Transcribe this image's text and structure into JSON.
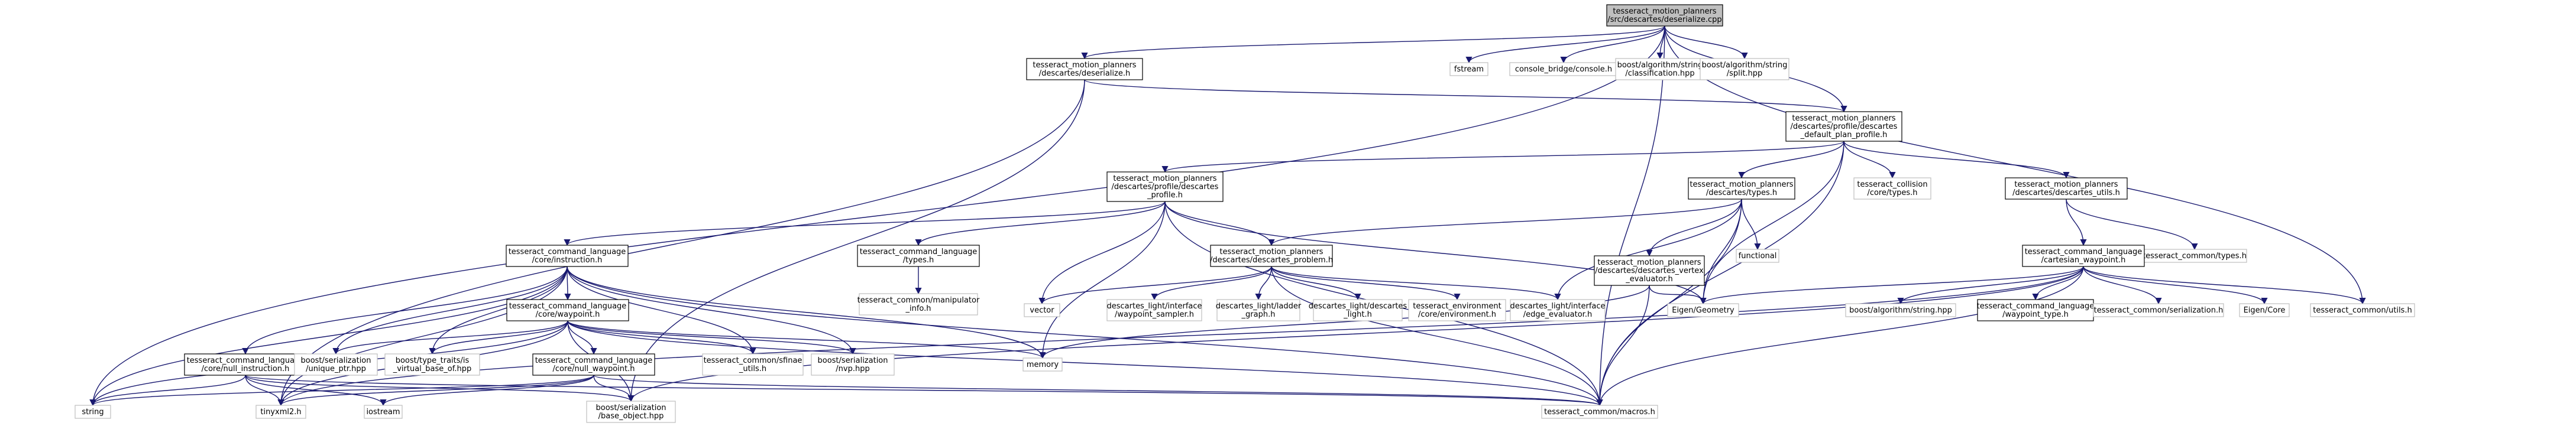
{
  "graph": {
    "nodes": [
      {
        "id": "root",
        "lines": [
          "tesseract_motion_planners",
          "/src/descartes/deserialize.cpp"
        ],
        "kind": "root"
      },
      {
        "id": "deser_h",
        "lines": [
          "tesseract_motion_planners",
          "/descartes/deserialize.h"
        ],
        "kind": "doc"
      },
      {
        "id": "fstream",
        "lines": [
          "fstream"
        ],
        "kind": "sys"
      },
      {
        "id": "console",
        "lines": [
          "console_bridge/console.h"
        ],
        "kind": "sys"
      },
      {
        "id": "classif",
        "lines": [
          "boost/algorithm/string",
          "/classification.hpp"
        ],
        "kind": "sys"
      },
      {
        "id": "split",
        "lines": [
          "boost/algorithm/string",
          "/split.hpp"
        ],
        "kind": "sys"
      },
      {
        "id": "dpp",
        "lines": [
          "tesseract_motion_planners",
          "/descartes/profile/descartes",
          "_default_plan_profile.h"
        ],
        "kind": "doc"
      },
      {
        "id": "dprof",
        "lines": [
          "tesseract_motion_planners",
          "/descartes/profile/descartes",
          "_profile.h"
        ],
        "kind": "doc"
      },
      {
        "id": "types",
        "lines": [
          "tesseract_motion_planners",
          "/descartes/types.h"
        ],
        "kind": "doc"
      },
      {
        "id": "coll_types",
        "lines": [
          "tesseract_collision",
          "/core/types.h"
        ],
        "kind": "sys"
      },
      {
        "id": "dutils",
        "lines": [
          "tesseract_motion_planners",
          "/descartes/descartes_utils.h"
        ],
        "kind": "doc"
      },
      {
        "id": "instr",
        "lines": [
          "tesseract_command_language",
          "/core/instruction.h"
        ],
        "kind": "doc"
      },
      {
        "id": "cl_types",
        "lines": [
          "tesseract_command_language",
          "/types.h"
        ],
        "kind": "doc"
      },
      {
        "id": "dproblem",
        "lines": [
          "tesseract_motion_planners",
          "/descartes/descartes_problem.h"
        ],
        "kind": "doc"
      },
      {
        "id": "functional",
        "lines": [
          "functional"
        ],
        "kind": "sys"
      },
      {
        "id": "vertex",
        "lines": [
          "tesseract_motion_planners",
          "/descartes/descartes_vertex",
          "_evaluator.h"
        ],
        "kind": "doc"
      },
      {
        "id": "common_types",
        "lines": [
          "tesseract_common/types.h"
        ],
        "kind": "sys"
      },
      {
        "id": "cart_wp",
        "lines": [
          "tesseract_command_language",
          "/cartesian_waypoint.h"
        ],
        "kind": "doc"
      },
      {
        "id": "manip_info",
        "lines": [
          "tesseract_common/manipulator",
          "_info.h"
        ],
        "kind": "sys"
      },
      {
        "id": "waypoint",
        "lines": [
          "tesseract_command_language",
          "/core/waypoint.h"
        ],
        "kind": "doc"
      },
      {
        "id": "vector",
        "lines": [
          "vector"
        ],
        "kind": "sys"
      },
      {
        "id": "wp_sampler",
        "lines": [
          "descartes_light/interface",
          "/waypoint_sampler.h"
        ],
        "kind": "sys"
      },
      {
        "id": "ladder",
        "lines": [
          "descartes_light/ladder",
          "_graph.h"
        ],
        "kind": "sys"
      },
      {
        "id": "dlight",
        "lines": [
          "descartes_light/descartes",
          "_light.h"
        ],
        "kind": "sys"
      },
      {
        "id": "env",
        "lines": [
          "tesseract_environment",
          "/core/environment.h"
        ],
        "kind": "sys"
      },
      {
        "id": "edge_eval",
        "lines": [
          "descartes_light/interface",
          "/edge_evaluator.h"
        ],
        "kind": "sys"
      },
      {
        "id": "eigen_geom",
        "lines": [
          "Eigen/Geometry"
        ],
        "kind": "sys"
      },
      {
        "id": "alg_string",
        "lines": [
          "boost/algorithm/string.hpp"
        ],
        "kind": "sys"
      },
      {
        "id": "wp_type",
        "lines": [
          "tesseract_command_language",
          "/waypoint_type.h"
        ],
        "kind": "doc"
      },
      {
        "id": "ser",
        "lines": [
          "tesseract_common/serialization.h"
        ],
        "kind": "sys"
      },
      {
        "id": "eigen_core",
        "lines": [
          "Eigen/Core"
        ],
        "kind": "sys"
      },
      {
        "id": "common_utils",
        "lines": [
          "tesseract_common/utils.h"
        ],
        "kind": "sys"
      },
      {
        "id": "null_instr",
        "lines": [
          "tesseract_command_language",
          "/core/null_instruction.h"
        ],
        "kind": "doc"
      },
      {
        "id": "unique_ptr",
        "lines": [
          "boost/serialization",
          "/unique_ptr.hpp"
        ],
        "kind": "sys"
      },
      {
        "id": "virt_base",
        "lines": [
          "boost/type_traits/is",
          "_virtual_base_of.hpp"
        ],
        "kind": "sys"
      },
      {
        "id": "null_wp",
        "lines": [
          "tesseract_command_language",
          "/core/null_waypoint.h"
        ],
        "kind": "doc"
      },
      {
        "id": "sfinae",
        "lines": [
          "tesseract_common/sfinae",
          "_utils.h"
        ],
        "kind": "sys"
      },
      {
        "id": "nvp",
        "lines": [
          "boost/serialization",
          "/nvp.hpp"
        ],
        "kind": "sys"
      },
      {
        "id": "memory",
        "lines": [
          "memory"
        ],
        "kind": "sys"
      },
      {
        "id": "string",
        "lines": [
          "string"
        ],
        "kind": "sys"
      },
      {
        "id": "tinyxml",
        "lines": [
          "tinyxml2.h"
        ],
        "kind": "sys"
      },
      {
        "id": "iostream",
        "lines": [
          "iostream"
        ],
        "kind": "sys"
      },
      {
        "id": "base_obj",
        "lines": [
          "boost/serialization",
          "/base_object.hpp"
        ],
        "kind": "sys"
      },
      {
        "id": "macros",
        "lines": [
          "tesseract_common/macros.h"
        ],
        "kind": "sys"
      }
    ],
    "edges": [
      [
        "root",
        "deser_h"
      ],
      [
        "root",
        "fstream"
      ],
      [
        "root",
        "console"
      ],
      [
        "root",
        "classif"
      ],
      [
        "root",
        "split"
      ],
      [
        "root",
        "dpp"
      ],
      [
        "root",
        "common_utils"
      ],
      [
        "root",
        "macros"
      ],
      [
        "root",
        "string"
      ],
      [
        "deser_h",
        "dpp"
      ],
      [
        "deser_h",
        "tinyxml"
      ],
      [
        "deser_h",
        "base_obj"
      ],
      [
        "dpp",
        "dprof"
      ],
      [
        "dpp",
        "types"
      ],
      [
        "dpp",
        "coll_types"
      ],
      [
        "dpp",
        "dutils"
      ],
      [
        "dpp",
        "eigen_geom"
      ],
      [
        "dpp",
        "macros"
      ],
      [
        "dprof",
        "instr"
      ],
      [
        "dprof",
        "cl_types"
      ],
      [
        "dprof",
        "dproblem"
      ],
      [
        "dprof",
        "vector"
      ],
      [
        "dprof",
        "memory"
      ],
      [
        "dprof",
        "eigen_geom"
      ],
      [
        "dprof",
        "macros"
      ],
      [
        "types",
        "functional"
      ],
      [
        "types",
        "vertex"
      ],
      [
        "types",
        "dproblem"
      ],
      [
        "types",
        "eigen_geom"
      ],
      [
        "types",
        "edge_eval"
      ],
      [
        "types",
        "macros"
      ],
      [
        "dutils",
        "cart_wp"
      ],
      [
        "dutils",
        "common_types"
      ],
      [
        "cl_types",
        "manip_info"
      ],
      [
        "instr",
        "waypoint"
      ],
      [
        "instr",
        "null_instr"
      ],
      [
        "instr",
        "unique_ptr"
      ],
      [
        "instr",
        "virt_base"
      ],
      [
        "instr",
        "sfinae"
      ],
      [
        "instr",
        "nvp"
      ],
      [
        "instr",
        "memory"
      ],
      [
        "instr",
        "string"
      ],
      [
        "instr",
        "tinyxml"
      ],
      [
        "instr",
        "macros"
      ],
      [
        "dproblem",
        "vector"
      ],
      [
        "dproblem",
        "wp_sampler"
      ],
      [
        "dproblem",
        "ladder"
      ],
      [
        "dproblem",
        "dlight"
      ],
      [
        "dproblem",
        "env"
      ],
      [
        "dproblem",
        "edge_eval"
      ],
      [
        "dproblem",
        "macros"
      ],
      [
        "vertex",
        "eigen_geom"
      ],
      [
        "vertex",
        "memory"
      ],
      [
        "vertex",
        "macros"
      ],
      [
        "cart_wp",
        "eigen_geom"
      ],
      [
        "cart_wp",
        "alg_string"
      ],
      [
        "cart_wp",
        "wp_type"
      ],
      [
        "cart_wp",
        "ser"
      ],
      [
        "cart_wp",
        "eigen_core"
      ],
      [
        "cart_wp",
        "common_utils"
      ],
      [
        "cart_wp",
        "tinyxml"
      ],
      [
        "cart_wp",
        "base_obj"
      ],
      [
        "cart_wp",
        "macros"
      ],
      [
        "waypoint",
        "null_wp"
      ],
      [
        "waypoint",
        "unique_ptr"
      ],
      [
        "waypoint",
        "virt_base"
      ],
      [
        "waypoint",
        "sfinae"
      ],
      [
        "waypoint",
        "nvp"
      ],
      [
        "waypoint",
        "memory"
      ],
      [
        "waypoint",
        "string"
      ],
      [
        "waypoint",
        "tinyxml"
      ],
      [
        "waypoint",
        "base_obj"
      ],
      [
        "waypoint",
        "macros"
      ],
      [
        "null_instr",
        "string"
      ],
      [
        "null_instr",
        "tinyxml"
      ],
      [
        "null_instr",
        "iostream"
      ],
      [
        "null_instr",
        "base_obj"
      ],
      [
        "null_instr",
        "macros"
      ],
      [
        "null_wp",
        "string"
      ],
      [
        "null_wp",
        "tinyxml"
      ],
      [
        "null_wp",
        "iostream"
      ],
      [
        "null_wp",
        "base_obj"
      ],
      [
        "null_wp",
        "macros"
      ]
    ]
  }
}
